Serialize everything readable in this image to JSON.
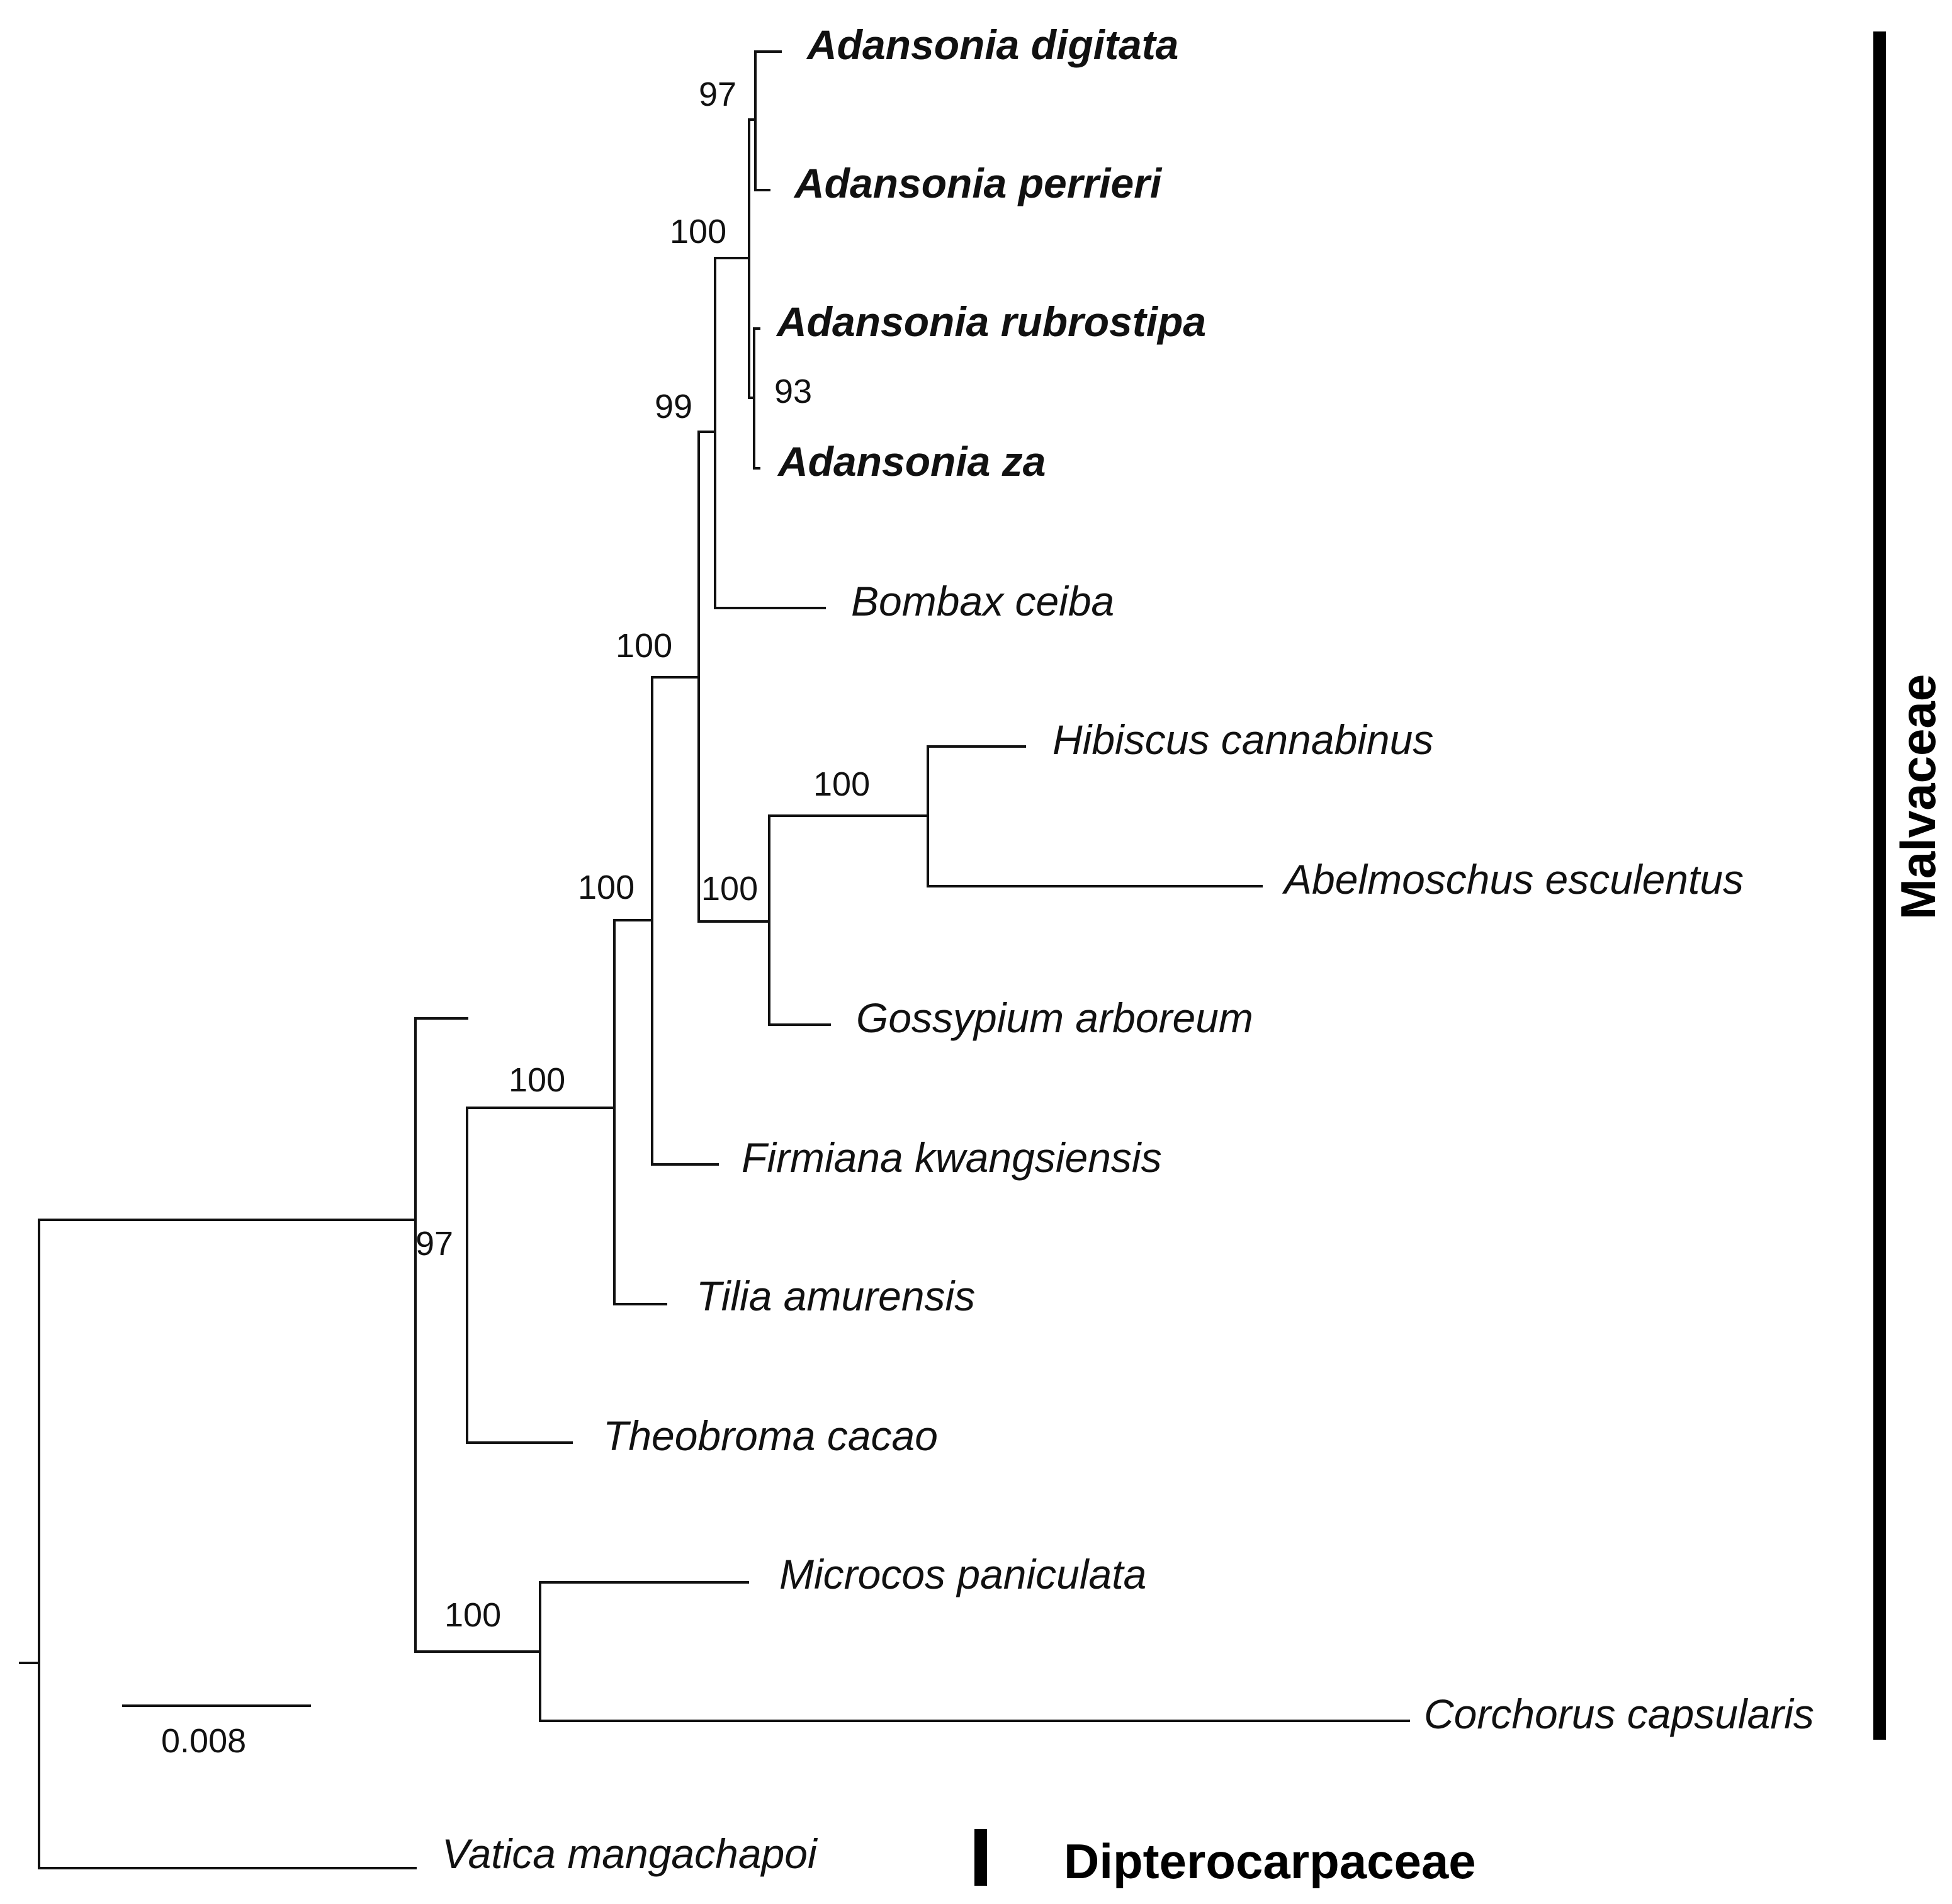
{
  "colors": {
    "branch": "#111111",
    "background": "#ffffff"
  },
  "tree": {
    "scale": {
      "value": 0.008,
      "label": "0.008"
    },
    "families": [
      {
        "id": "malvaceae",
        "label": "Malvaceae"
      },
      {
        "id": "dipterocarpaceae",
        "label": "Dipterocarpaceae"
      }
    ],
    "taxa": [
      {
        "id": "adansonia-digitata",
        "label": "Adansonia digitata",
        "bold": true
      },
      {
        "id": "adansonia-perrieri",
        "label": "Adansonia perrieri",
        "bold": true
      },
      {
        "id": "adansonia-rubrostipa",
        "label": "Adansonia rubrostipa",
        "bold": true
      },
      {
        "id": "adansonia-za",
        "label": "Adansonia za",
        "bold": true
      },
      {
        "id": "bombax-ceiba",
        "label": "Bombax ceiba",
        "bold": false
      },
      {
        "id": "hibiscus-cannabinus",
        "label": "Hibiscus cannabinus",
        "bold": false
      },
      {
        "id": "abelmoschus-esculentus",
        "label": "Abelmoschus esculentus",
        "bold": false
      },
      {
        "id": "gossypium-arboreum",
        "label": "Gossypium arboreum",
        "bold": false
      },
      {
        "id": "firmiana-kwangsiensis",
        "label": "Firmiana kwangsiensis",
        "bold": false
      },
      {
        "id": "tilia-amurensis",
        "label": "Tilia amurensis",
        "bold": false
      },
      {
        "id": "theobroma-cacao",
        "label": "Theobroma cacao",
        "bold": false
      },
      {
        "id": "microcos-paniculata",
        "label": "Microcos paniculata",
        "bold": false
      },
      {
        "id": "corchorus-capsularis",
        "label": "Corchorus capsularis",
        "bold": false
      },
      {
        "id": "vatica-mangachapoi",
        "label": "Vatica mangachapoi",
        "bold": false
      }
    ],
    "support_values": [
      {
        "node": "digitata-perrieri",
        "value": "97"
      },
      {
        "node": "rubrostipa-za",
        "value": "93"
      },
      {
        "node": "adansonia",
        "value": "100"
      },
      {
        "node": "adansonia-bombax",
        "value": "99"
      },
      {
        "node": "hibiscus-abelmoschus",
        "value": "100"
      },
      {
        "node": "hibiscus-gossypium",
        "value": "100"
      },
      {
        "node": "bombax-malvoideae",
        "value": "100"
      },
      {
        "node": "firmiana-clade",
        "value": "100"
      },
      {
        "node": "tilia-clade",
        "value": "100"
      },
      {
        "node": "theobroma-clade",
        "value": "97"
      },
      {
        "node": "microcos-corchorus",
        "value": "100"
      }
    ]
  }
}
